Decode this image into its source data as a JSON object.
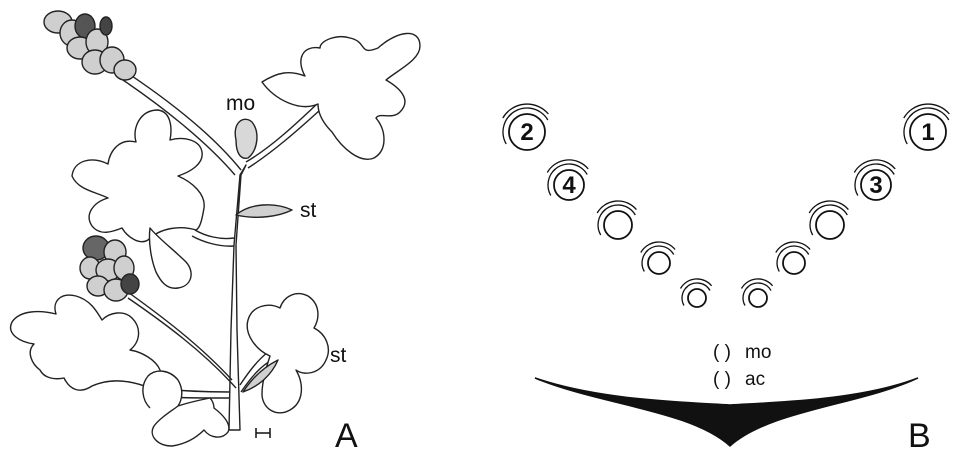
{
  "panel_a": {
    "letter": "A",
    "label_mo": "mo",
    "label_st_upper": "st",
    "label_st_lower": "st"
  },
  "panel_b": {
    "letter": "B",
    "nodes": [
      {
        "number": "2"
      },
      {
        "number": "1"
      },
      {
        "number": "4"
      },
      {
        "number": "3"
      },
      {
        "number": ""
      },
      {
        "number": ""
      },
      {
        "number": ""
      },
      {
        "number": ""
      },
      {
        "number": ""
      },
      {
        "number": ""
      }
    ],
    "legend": {
      "mo_symbol": "( )",
      "mo_label": "mo",
      "ac_symbol": "( )",
      "ac_label": "ac"
    }
  }
}
